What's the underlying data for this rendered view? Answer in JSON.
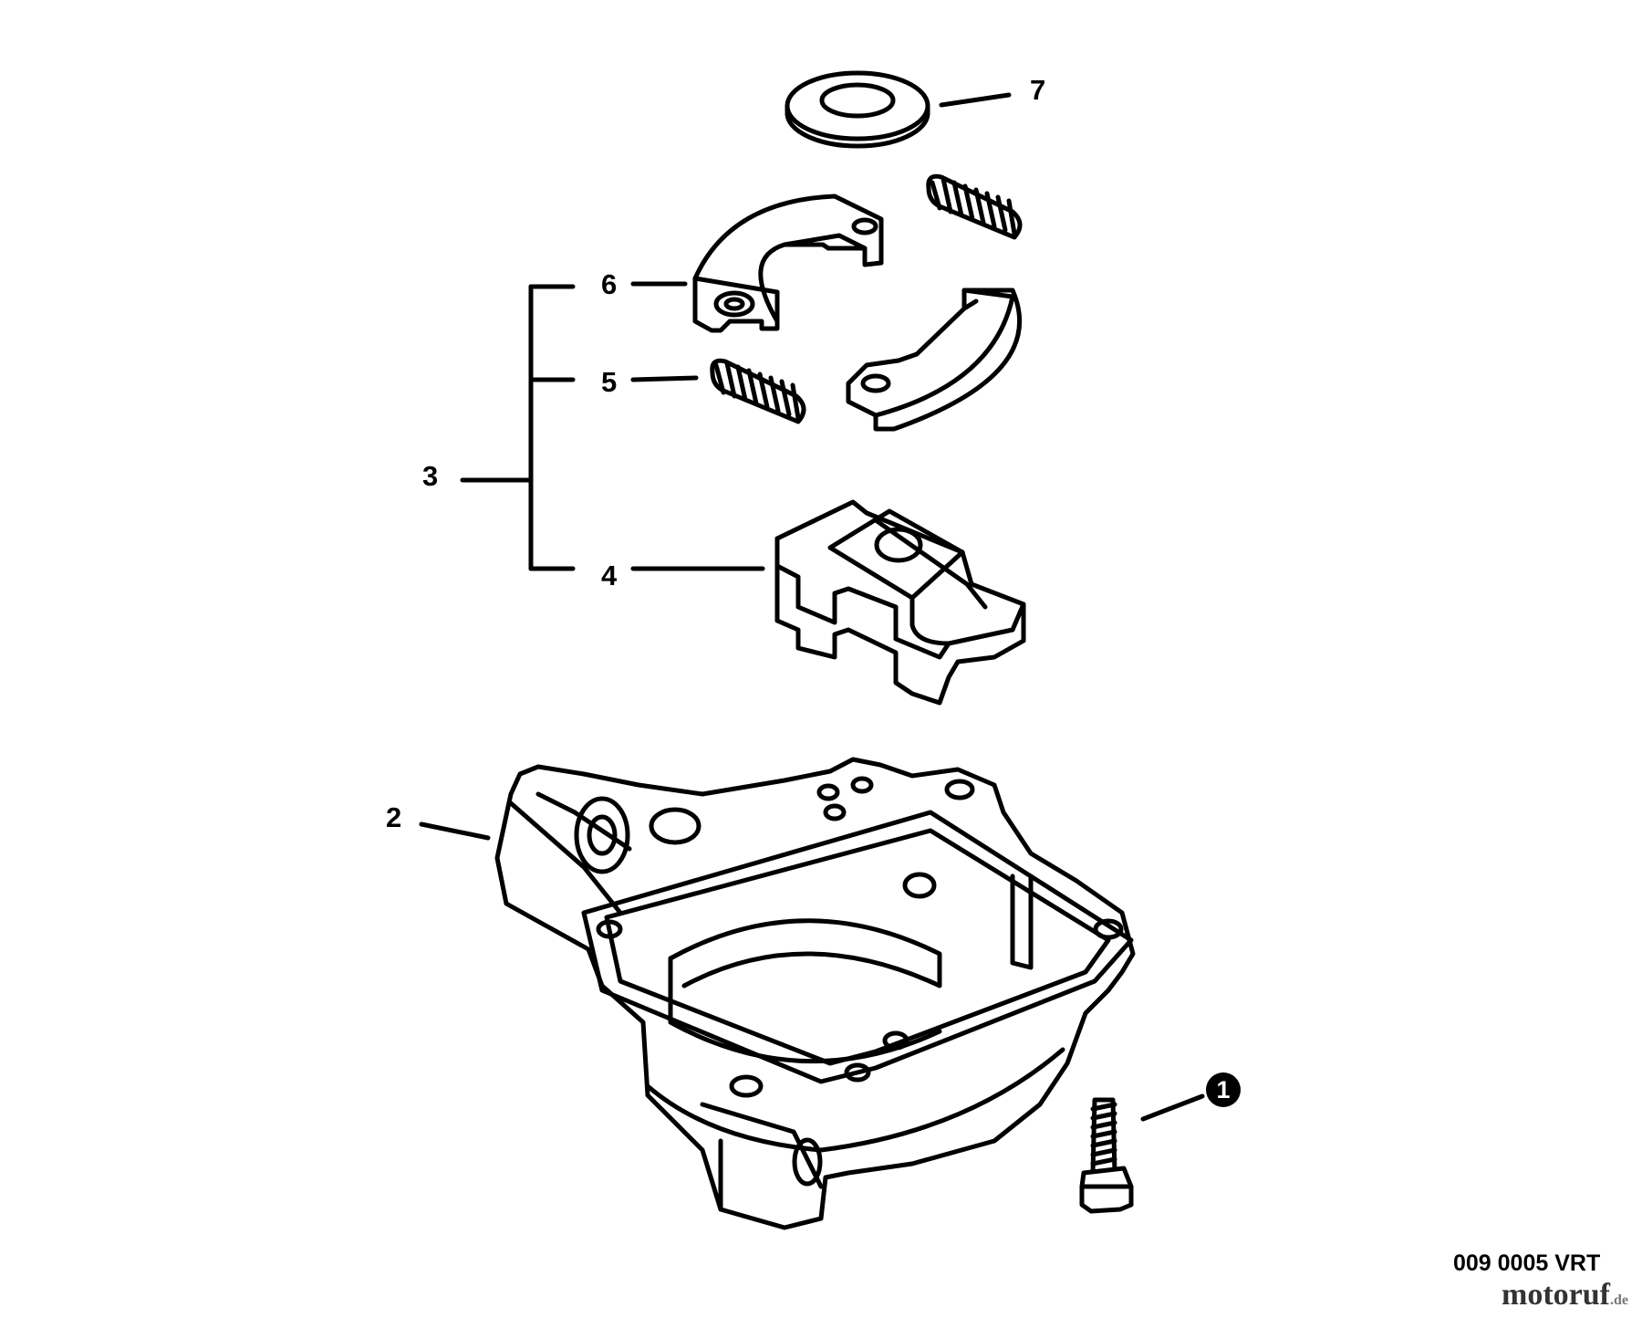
{
  "callouts": {
    "p1": "1",
    "p2": "2",
    "p3": "3",
    "p4": "4",
    "p5": "5",
    "p6": "6",
    "p7": "7"
  },
  "diagram_code": "009 0005 VRT",
  "watermark": {
    "name": "motoruf",
    "suffix": ".de"
  }
}
